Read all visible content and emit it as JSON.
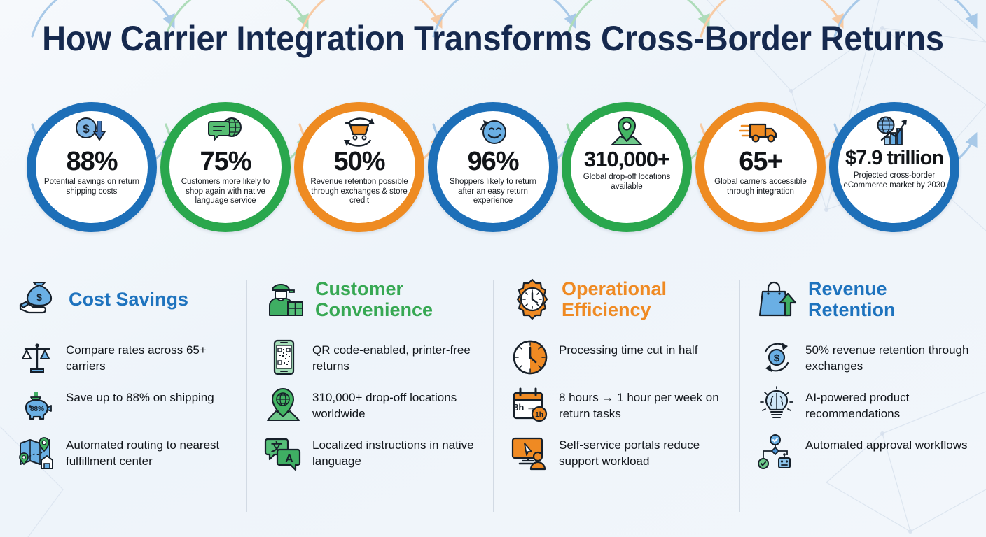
{
  "header": {
    "title": "How Carrier Integration Transforms Cross-Border Returns"
  },
  "colors": {
    "navy": "#16294e",
    "blue": "#1d6fb8",
    "green": "#2aa74d",
    "orange": "#ee8b22",
    "heading_blue": "#1e73be",
    "heading_green": "#37a853",
    "heading_orange": "#ef8a23",
    "background": "#f2f6fb"
  },
  "stats": [
    {
      "value": "88%",
      "caption": "Potential savings on return shipping costs",
      "ring": "blue",
      "icon": "dollar-coin-down-arrow-icon",
      "size": "big"
    },
    {
      "value": "75%",
      "caption": "Customers more likely to shop again with native language service",
      "ring": "green",
      "icon": "chat-globe-icon",
      "size": "big"
    },
    {
      "value": "50%",
      "caption": "Revenue retention possible through exchanges & store credit",
      "ring": "orange",
      "icon": "cart-return-arrows-icon",
      "size": "big"
    },
    {
      "value": "96%",
      "caption": "Shoppers likely to return after an easy return experience",
      "ring": "blue",
      "icon": "smiley-return-icon",
      "size": "big"
    },
    {
      "value": "310,000+",
      "caption": "Global drop-off locations available",
      "ring": "green",
      "icon": "map-pin-location-icon",
      "size": "wide"
    },
    {
      "value": "65+",
      "caption": "Global carriers accessible through integration",
      "ring": "orange",
      "icon": "delivery-truck-icon",
      "size": "big"
    },
    {
      "value": "$7.9 trillion",
      "caption": "Projected cross-border eCommerce market by 2030",
      "ring": "blue",
      "icon": "globe-growth-chart-icon",
      "size": "widest"
    }
  ],
  "columns": [
    {
      "heading": "Cost Savings",
      "heading_color": "blue",
      "icon": "money-bag-hand-icon",
      "bullets": [
        {
          "text": "Compare rates across 65+ carriers",
          "icon": "balance-scale-icon"
        },
        {
          "text": "Save up to 88% on shipping",
          "icon": "piggy-bank-icon",
          "badge": "88%"
        },
        {
          "text": "Automated routing to nearest fulfillment center",
          "icon": "map-route-warehouse-icon"
        }
      ]
    },
    {
      "heading": "Customer Convenience",
      "heading_color": "green",
      "icon": "delivery-person-box-icon",
      "bullets": [
        {
          "text": "QR code-enabled, printer-free returns",
          "icon": "phone-qr-code-icon"
        },
        {
          "text": "310,000+ drop-off locations worldwide",
          "icon": "globe-pin-map-icon"
        },
        {
          "text": "Localized instructions in native language",
          "icon": "translate-chat-icon",
          "badge": "文",
          "badge2": "A"
        }
      ]
    },
    {
      "heading": "Operational Efficiency",
      "heading_color": "orange",
      "icon": "gear-clock-icon",
      "bullets": [
        {
          "text": "Processing time cut in half",
          "icon": "half-clock-icon"
        },
        {
          "text": "8 hours → 1 hour per week on return tasks",
          "icon": "calendar-hours-icon",
          "badge": "8h →",
          "badge2": "1h"
        },
        {
          "text": "Self-service portals reduce support workload",
          "icon": "monitor-cursor-user-icon"
        }
      ]
    },
    {
      "heading": "Revenue Retention",
      "heading_color": "blue",
      "icon": "shopping-bag-up-arrow-icon",
      "bullets": [
        {
          "text": "50% revenue retention through exchanges",
          "icon": "dollar-cycle-icon"
        },
        {
          "text": "AI-powered product recommendations",
          "icon": "lightbulb-brain-icon"
        },
        {
          "text": "Automated approval workflows",
          "icon": "workflow-robot-check-icon"
        }
      ]
    }
  ]
}
